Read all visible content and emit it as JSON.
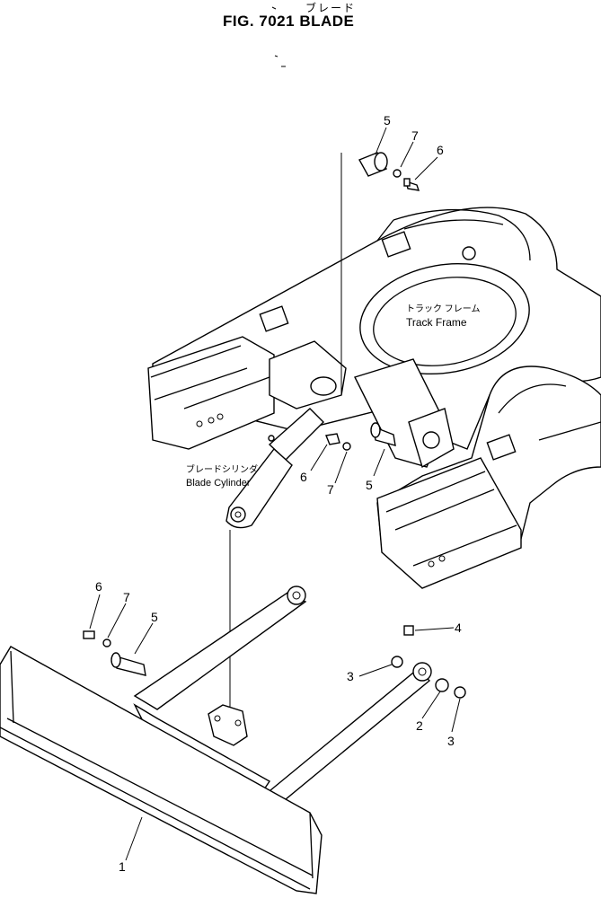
{
  "header": {
    "title_jp": "ブレード",
    "title": "FIG. 7021  BLADE"
  },
  "labels": {
    "track_frame_jp": "トラック フレーム",
    "track_frame": "Track Frame",
    "blade_cylinder_jp": "ブレードシリンダ",
    "blade_cylinder": "Blade Cylinder"
  },
  "callouts": [
    {
      "id": "c1",
      "text": "1"
    },
    {
      "id": "c2",
      "text": "2"
    },
    {
      "id": "c3a",
      "text": "3"
    },
    {
      "id": "c3b",
      "text": "3"
    },
    {
      "id": "c4",
      "text": "4"
    },
    {
      "id": "c5a",
      "text": "5"
    },
    {
      "id": "c5b",
      "text": "5"
    },
    {
      "id": "c5c",
      "text": "5"
    },
    {
      "id": "c6a",
      "text": "6"
    },
    {
      "id": "c6b",
      "text": "6"
    },
    {
      "id": "c6c",
      "text": "6"
    },
    {
      "id": "c7a",
      "text": "7"
    },
    {
      "id": "c7b",
      "text": "7"
    },
    {
      "id": "c7c",
      "text": "7"
    }
  ]
}
